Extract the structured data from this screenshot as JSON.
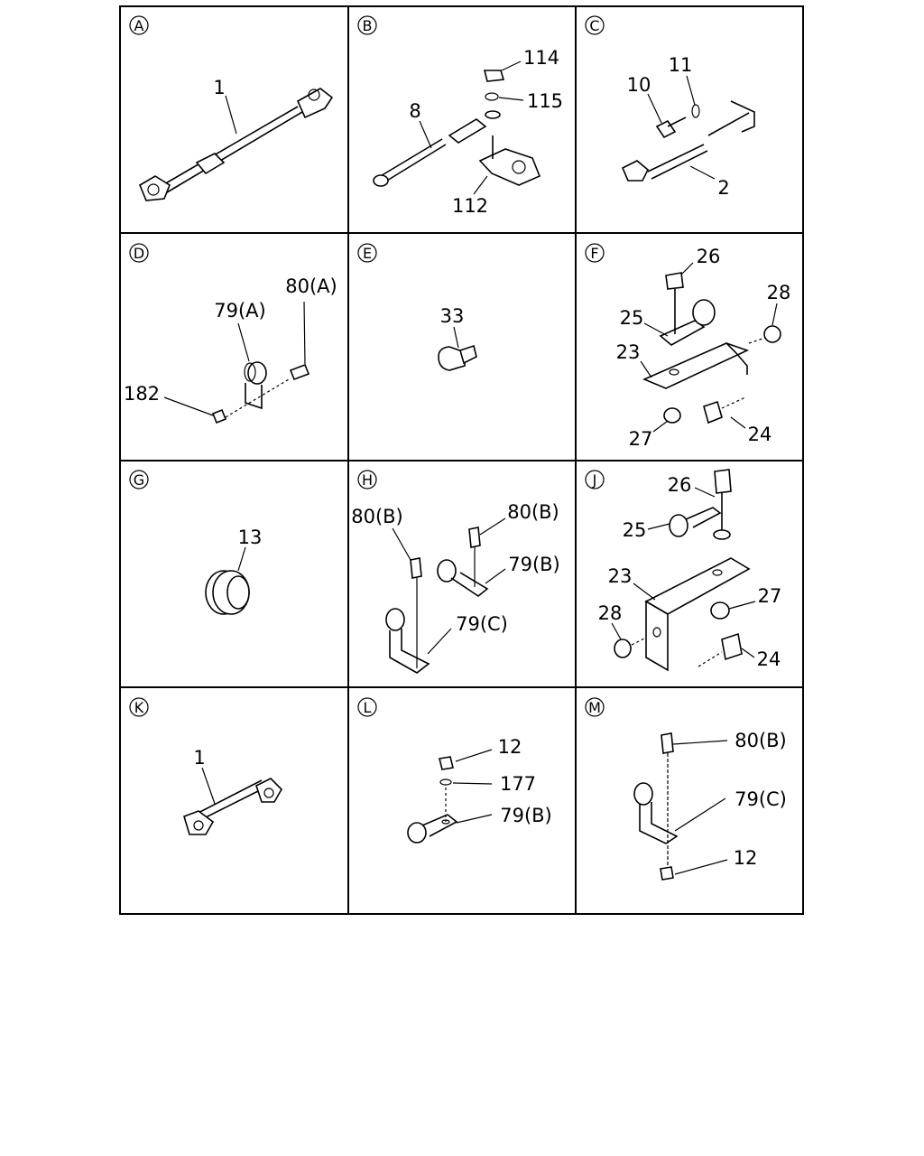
{
  "panels": {
    "A": {
      "tag": "A",
      "labels": {
        "l1": "1"
      }
    },
    "B": {
      "tag": "B",
      "labels": {
        "l114": "114",
        "l115": "115",
        "l8": "8",
        "l112": "112"
      }
    },
    "C": {
      "tag": "C",
      "labels": {
        "l11": "11",
        "l10": "10",
        "l2": "2"
      }
    },
    "D": {
      "tag": "D",
      "labels": {
        "l80a": "80(A)",
        "l79a": "79(A)",
        "l182": "182"
      }
    },
    "E": {
      "tag": "E",
      "labels": {
        "l33": "33"
      }
    },
    "F": {
      "tag": "F",
      "labels": {
        "l26": "26",
        "l28": "28",
        "l25": "25",
        "l23": "23",
        "l27": "27",
        "l24": "24"
      }
    },
    "G": {
      "tag": "G",
      "labels": {
        "l13": "13"
      }
    },
    "H": {
      "tag": "H",
      "labels": {
        "l80b1": "80(B)",
        "l80b2": "80(B)",
        "l79b": "79(B)",
        "l79c": "79(C)"
      }
    },
    "J": {
      "tag": "J",
      "labels": {
        "l26": "26",
        "l25": "25",
        "l23": "23",
        "l27": "27",
        "l28": "28",
        "l24": "24"
      }
    },
    "K": {
      "tag": "K",
      "labels": {
        "l1": "1"
      }
    },
    "L": {
      "tag": "L",
      "labels": {
        "l12": "12",
        "l177": "177",
        "l79b": "79(B)"
      }
    },
    "M": {
      "tag": "M",
      "labels": {
        "l80b": "80(B)",
        "l79c": "79(C)",
        "l12": "12"
      }
    }
  }
}
